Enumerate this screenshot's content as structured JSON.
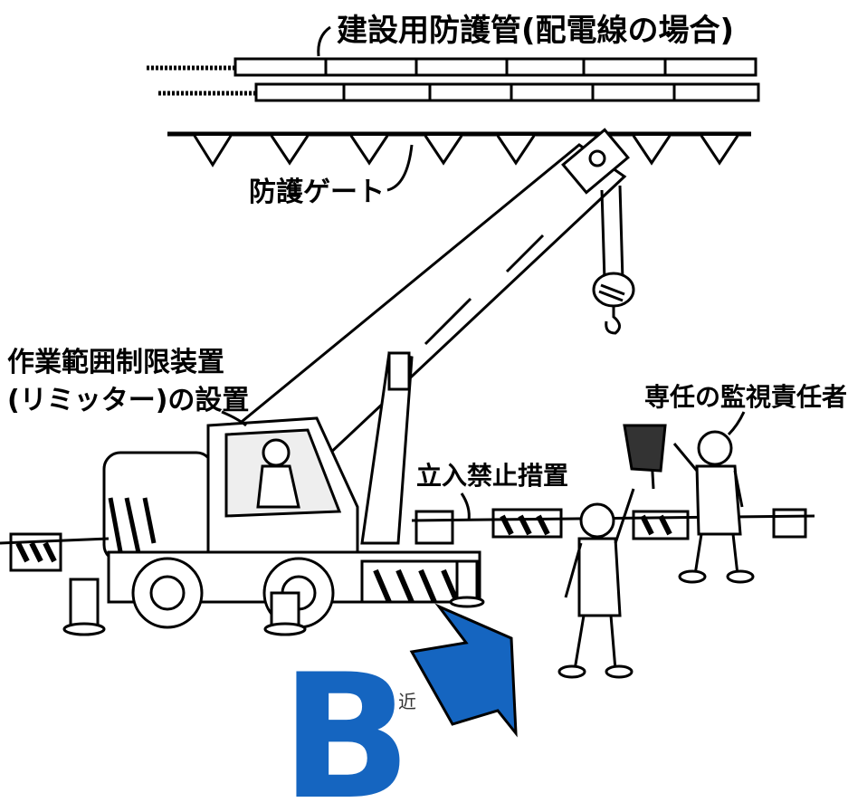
{
  "labels": {
    "protective_pipe": "建設用防護管(配電線の場合)",
    "protective_gate": "防護ゲート",
    "limiter_line1": "作業範囲制限装置",
    "limiter_line2": "(リミッター)の設置",
    "no_entry": "立入禁止措置",
    "supervisor": "専任の監視責任者",
    "partial_caption": "近"
  },
  "marker": {
    "letter": "B",
    "color": "#1565c0",
    "arrow_icon": "arrow-up-right-icon"
  }
}
